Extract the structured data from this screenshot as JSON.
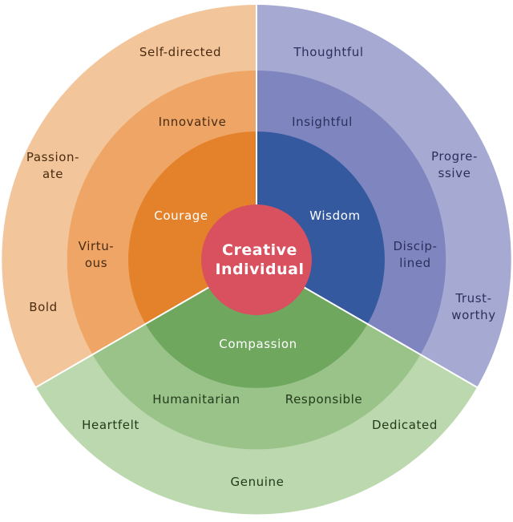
{
  "center": {
    "line1": "Creative",
    "line2": "Individual",
    "color": "#d9505f"
  },
  "sectors": {
    "courage": {
      "core": "Courage",
      "middle": [
        "Innovative",
        "Virtu-\nous"
      ],
      "outer": [
        "Self-directed",
        "Passion-\nate",
        "Bold"
      ],
      "colors": {
        "core": "#e4822b",
        "middle": "#eea565",
        "outer": "#f2c59a"
      }
    },
    "wisdom": {
      "core": "Wisdom",
      "middle": [
        "Insightful",
        "Discip-\nlined"
      ],
      "outer": [
        "Thoughtful",
        "Progre-\nssive",
        "Trust-\nworthy"
      ],
      "colors": {
        "core": "#34599f",
        "middle": "#7f86bf",
        "outer": "#a6aad2"
      }
    },
    "compassion": {
      "core": "Compassion",
      "middle": [
        "Humanitarian",
        "Responsible"
      ],
      "outer": [
        "Heartfelt",
        "Dedicated",
        "Genuine"
      ],
      "colors": {
        "core": "#6fa75e",
        "middle": "#99c388",
        "outer": "#bcd8ae"
      }
    }
  }
}
